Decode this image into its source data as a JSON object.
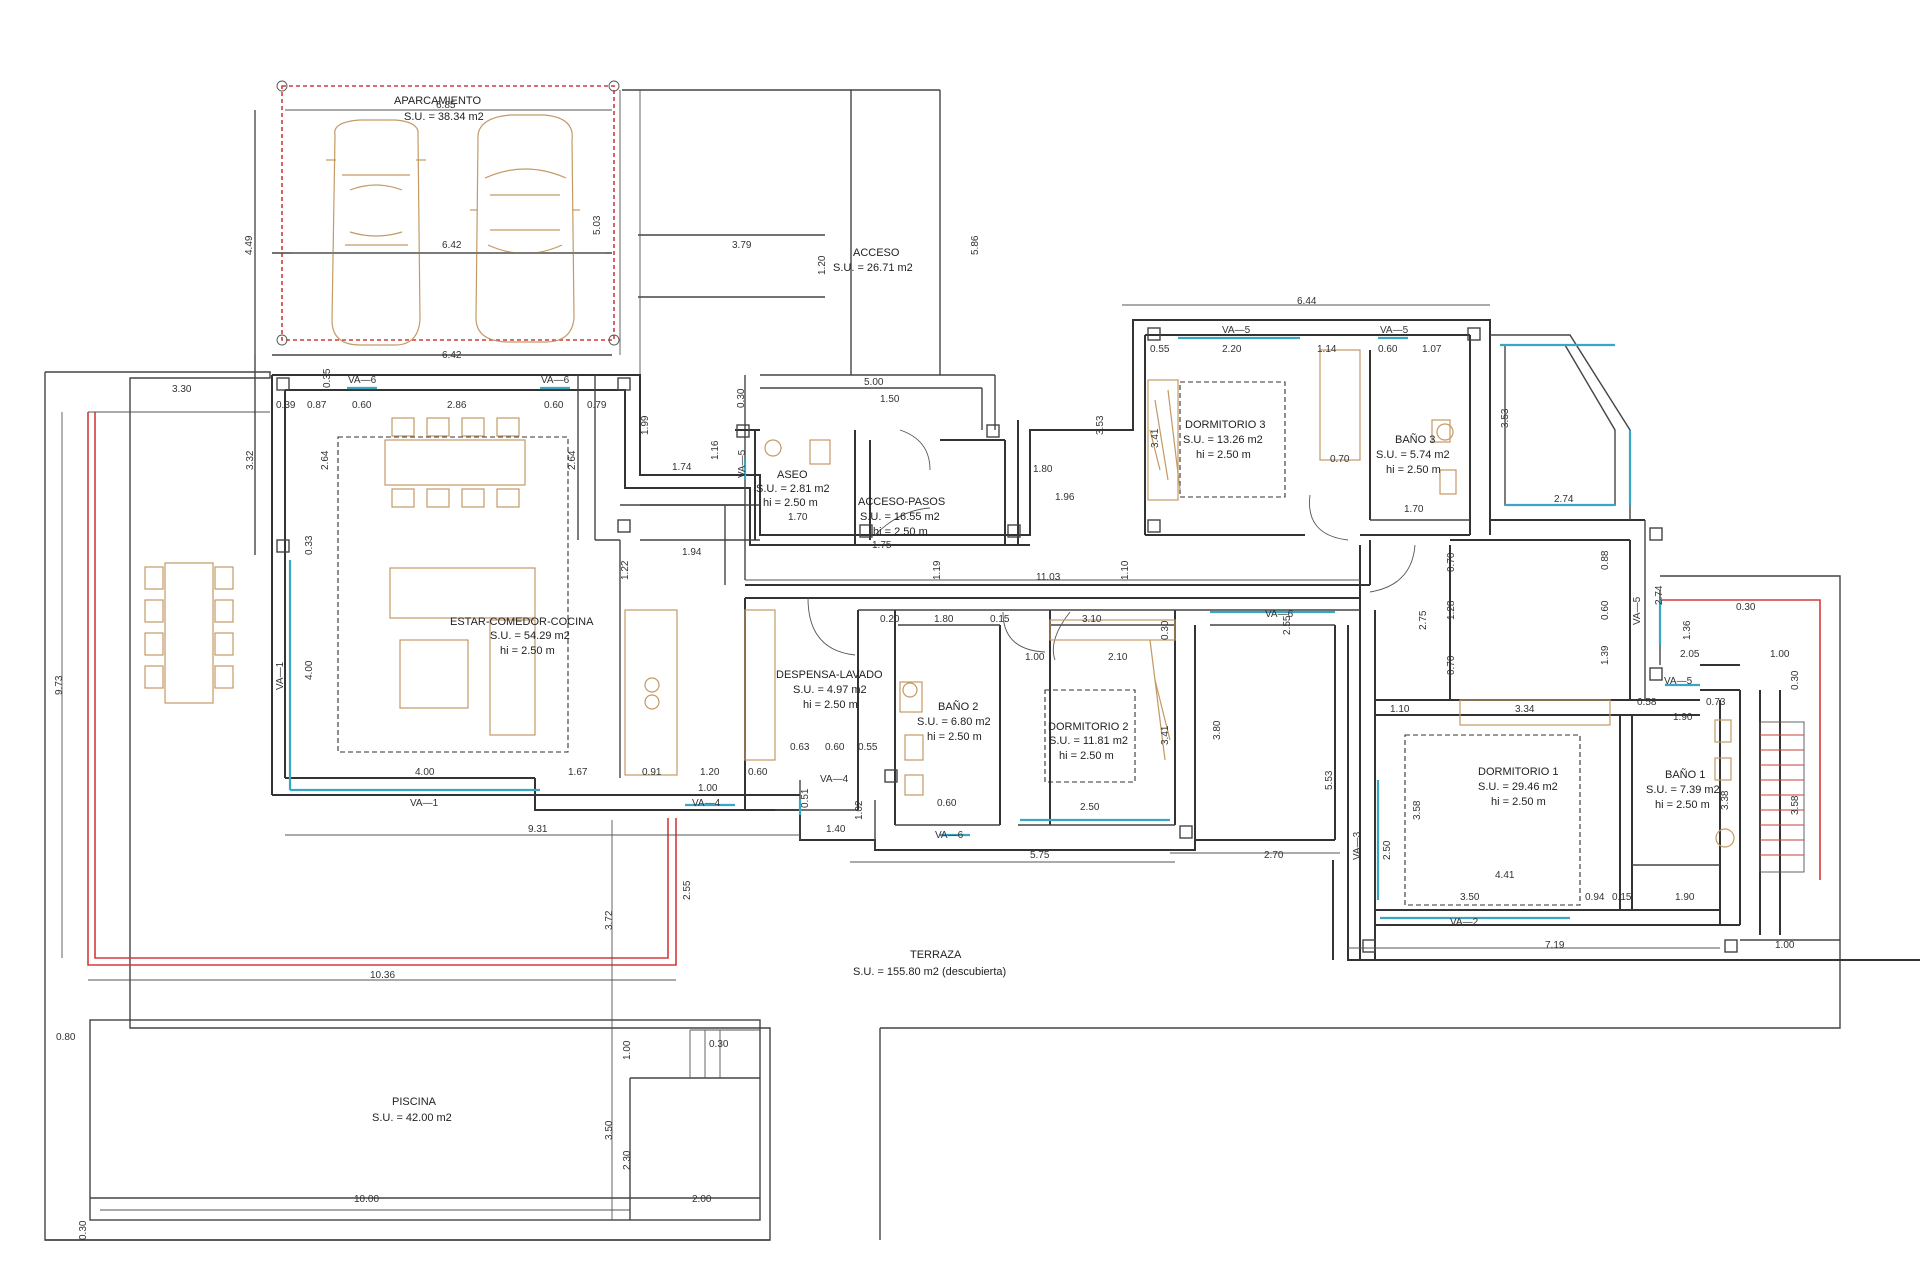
{
  "rooms": {
    "aparcamiento": {
      "name": "APARCAMIENTO",
      "area": "S.U. = 38.34 m2"
    },
    "acceso": {
      "name": "ACCESO",
      "area": "S.U. = 26.71 m2"
    },
    "aseo": {
      "name": "ASEO",
      "area": "S.U. = 2.81 m2",
      "height": "hi = 2.50 m"
    },
    "acceso_pasos": {
      "name": "ACCESO-PASOS",
      "area": "S.U. = 16.55 m2",
      "height": "hi = 2.50 m"
    },
    "estar": {
      "name": "ESTAR-COMEDOR-COCINA",
      "area": "S.U. = 54.29 m2",
      "height": "hi = 2.50 m"
    },
    "despensa": {
      "name": "DESPENSA-LAVADO",
      "area": "S.U. = 4.97 m2",
      "height": "hi = 2.50 m"
    },
    "bano2": {
      "name": "BAÑO 2",
      "area": "S.U. = 6.80 m2",
      "height": "hi = 2.50 m"
    },
    "dormitorio2": {
      "name": "DORMITORIO 2",
      "area": "S.U. = 11.81 m2",
      "height": "hi = 2.50 m"
    },
    "dormitorio3": {
      "name": "DORMITORIO 3",
      "area": "S.U. = 13.26 m2",
      "height": "hi = 2.50 m"
    },
    "bano3": {
      "name": "BAÑO 3",
      "area": "S.U. = 5.74 m2",
      "height": "hi = 2.50 m"
    },
    "dormitorio1": {
      "name": "DORMITORIO 1",
      "area": "S.U. = 29.46 m2",
      "height": "hi = 2.50 m"
    },
    "bano1": {
      "name": "BAÑO 1",
      "area": "S.U. = 7.39 m2",
      "height": "hi = 2.50 m"
    },
    "terraza": {
      "name": "TERRAZA",
      "area": "S.U. = 155.80 m2 (descubierta)"
    },
    "piscina": {
      "name": "PISCINA",
      "area": "S.U. = 42.00 m2"
    }
  },
  "dims": {
    "d_6_85": "6.85",
    "d_6_42_a": "6.42",
    "d_6_42_b": "6.42",
    "d_4_49": "4.49",
    "d_5_03": "5.03",
    "d_3_79": "3.79",
    "d_1_20_a": "1.20",
    "d_5_86": "5.86",
    "d_6_44": "6.44",
    "d_3_30": "3.30",
    "d_0_39": "0.39",
    "d_0_87": "0.87",
    "d_0_60_a": "0.60",
    "d_2_86": "2.86",
    "d_0_60_b": "0.60",
    "d_0_79": "0.79",
    "d_0_35": "0.35",
    "d_3_32": "3.32",
    "d_2_64_a": "2.64",
    "d_2_64_b": "2.64",
    "d_1_99": "1.99",
    "d_1_74": "1.74",
    "d_1_16": "1.16",
    "d_5_00": "5.00",
    "d_1_50": "1.50",
    "d_0_30_a": "0.30",
    "d_1_80_a": "1.80",
    "d_1_96": "1.96",
    "d_3_53_a": "3.53",
    "d_0_55_a": "0.55",
    "d_2_20": "2.20",
    "d_1_14": "1.14",
    "d_0_60_c": "0.60",
    "d_1_07": "1.07",
    "d_3_41_a": "3.41",
    "d_0_70_a": "0.70",
    "d_1_70_a": "1.70",
    "d_1_70_b": "1.70",
    "d_1_75": "1.75",
    "d_1_94": "1.94",
    "d_1_22": "1.22",
    "d_1_19": "1.19",
    "d_11_03": "11.03",
    "d_1_10_a": "1.10",
    "d_0_33": "0.33",
    "d_3_53_b": "3.53",
    "d_2_74": "2.74",
    "d_0_70_b": "0.70",
    "d_0_88": "0.88",
    "d_2_75": "2.75",
    "d_1_28": "1.28",
    "d_0_60_d": "0.60",
    "d_1_39": "1.39",
    "d_0_70_c": "0.70",
    "d_2_74_b": "2.74",
    "d_1_36": "1.36",
    "d_0_30_b": "0.30",
    "d_2_05": "2.05",
    "d_1_00_a": "1.00",
    "d_0_30_c": "0.30",
    "d_0_20": "0.20",
    "d_1_80_b": "1.80",
    "d_0_15": "0.15",
    "d_3_10": "3.10",
    "d_1_00_b": "1.00",
    "d_2_10": "2.10",
    "d_0_30_d": "0.30",
    "d_3_41_b": "3.41",
    "d_9_73": "9.73",
    "d_4_00_a": "4.00",
    "d_4_00_b": "4.00",
    "d_1_67": "1.67",
    "d_0_91": "0.91",
    "d_1_20_b": "1.20",
    "d_0_60_e": "0.60",
    "d_1_00_c": "1.00",
    "d_0_63": "0.63",
    "d_0_60_f": "0.60",
    "d_0_55_b": "0.55",
    "d_0_51": "0.51",
    "d_1_40": "1.40",
    "d_1_02": "1.02",
    "d_0_60_g": "0.60",
    "d_2_50_a": "2.50",
    "d_5_75": "5.75",
    "d_2_70": "2.70",
    "d_3_80": "3.80",
    "d_5_53": "5.53",
    "d_9_31": "9.31",
    "d_2_55": "2.55",
    "d_3_72": "3.72",
    "d_10_36": "10.36",
    "d_1_10_b": "1.10",
    "d_3_34": "3.34",
    "d_0_58": "0.58",
    "d_1_90_a": "1.90",
    "d_0_73": "0.73",
    "d_3_58": "3.58",
    "d_2_50_b": "2.50",
    "d_4_41": "4.41",
    "d_3_50_a": "3.50",
    "d_0_94": "0.94",
    "d_0_15_b": "0.15",
    "d_1_90_b": "1.90",
    "d_3_58_b": "3.58",
    "d_3_38": "3.38",
    "d_7_19": "7.19",
    "d_1_00_d": "1.00",
    "d_0_80": "0.80",
    "d_0_30_e": "0.30",
    "d_1_00_e": "1.00",
    "d_3_50_b": "3.50",
    "d_2_30": "2.30",
    "d_10_00": "10.00",
    "d_2_00": "2.00",
    "d_0_30_f": "0.30",
    "d_2_55_b": "2.55"
  },
  "windows": {
    "va5_a": "VA—5",
    "va5_b": "VA—5",
    "va6_a": "VA—6",
    "va6_b": "VA—6",
    "va1_v": "VA—1",
    "va1_h": "VA—1",
    "va4_a": "VA—4",
    "va4_b": "VA—4",
    "va6_c": "VA—6",
    "va6_d": "VA—6",
    "va5_c": "VA—5",
    "va3": "VA—3",
    "va2": "VA—2",
    "va5_d": "VA—5",
    "va5_e": "VA—5"
  },
  "colors": {
    "walls": "#333333",
    "furniture": "#c39a64",
    "openings": "#3aa7c2",
    "terrace_edge": "#d23b3b"
  }
}
